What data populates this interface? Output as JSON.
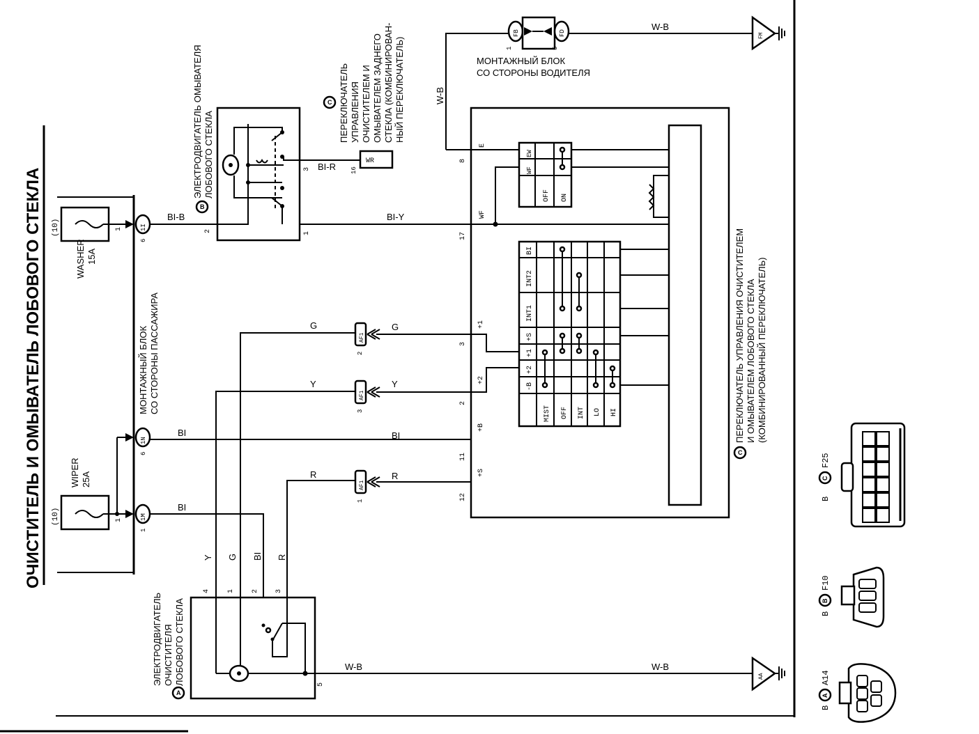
{
  "title": "ОЧИСТИТЕЛЬ И ОМЫВАТЕЛЬ ЛОБОВОГО СТЕКЛА",
  "fuses": {
    "washer": {
      "name": "WASHER",
      "rating": "15A",
      "block_no": "(10)",
      "pin": "1"
    },
    "wiper": {
      "name": "WIPER",
      "rating": "25A",
      "block_no": "(10)",
      "pin": "1"
    }
  },
  "passenger_junction_block": {
    "line1": "МОНТАЖНЫЙ БЛОК",
    "line2": "СО СТОРОНЫ ПАССАЖИРА",
    "connectors": [
      {
        "pin": "6",
        "id": "1I"
      },
      {
        "pin": "6",
        "id": "1N"
      },
      {
        "pin": "1",
        "id": "1M"
      }
    ]
  },
  "washer_motor": {
    "badge": "B",
    "line1": "ЭЛЕКТРОДВИГАТЕЛЬ ОМЫВАТЕЛЯ",
    "line2": "ЛОБОВОГО СТЕКЛА",
    "pins": [
      "2",
      "1",
      "3"
    ]
  },
  "rear_switch": {
    "badge": "C",
    "lines": [
      "ПЕРЕКЛЮЧАТЕЛЬ",
      "УПРАВЛЕНИЯ",
      "ОЧИСТИТЕЛЕМ И",
      "ОМЫВАТЕЛЕМ ЗАДНЕГО",
      "СТЕКЛА (КОМБИНИРОВАН-",
      "НЫЙ ПЕРЕКЛЮЧАТЕЛЬ)"
    ],
    "terminal": "WR",
    "pin": "16"
  },
  "driver_junction_block": {
    "line1": "МОНТАЖНЫЙ БЛОК",
    "line2": "СО СТОРОНЫ ВОДИТЕЛЯ",
    "connectors": [
      {
        "pin": "1",
        "id": "FB"
      },
      {
        "pin": "5",
        "id": "FD"
      }
    ]
  },
  "grounds": [
    {
      "id": "FM"
    },
    {
      "id": "AA"
    }
  ],
  "wire_colors": {
    "bl_b": "BI-B",
    "bl_r": "BI-R",
    "bl_y": "BI-Y",
    "w_b": "W-B",
    "g": "G",
    "y": "Y",
    "bl": "BI",
    "r": "R"
  },
  "af_connectors": [
    {
      "pin": "2",
      "id": "AF1",
      "color": "G"
    },
    {
      "pin": "3",
      "id": "AF1",
      "color": "Y"
    },
    {
      "pin": "1",
      "id": "AF1",
      "color": "R"
    }
  ],
  "combo_switch": {
    "badge": "C",
    "lines": [
      "ПЕРЕКЛЮЧАТЕЛЬ УПРАВЛЕНИЯ ОЧИСТИТЕЛЕМ",
      "И ОМЫВАТЕЛЕМ ЛОБОВОГО СТЕКЛА",
      "(КОМБИНИРОВАННЫЙ ПЕРЕКЛЮЧАТЕЛЬ)"
    ],
    "pins": [
      {
        "pin": "8",
        "label": "E"
      },
      {
        "pin": "17",
        "label": "WF"
      },
      {
        "pin": "3",
        "label": "+1"
      },
      {
        "pin": "2",
        "label": "+2"
      },
      {
        "pin": "11",
        "label": "+B"
      },
      {
        "pin": "12",
        "label": "+S"
      }
    ],
    "washer_table": {
      "terminals": [
        "EW",
        "WF"
      ],
      "positions": [
        "OFF",
        "ON"
      ]
    },
    "wiper_table": {
      "terminals": [
        "BI",
        "INT2",
        "INT1",
        "+S",
        "+1",
        "+2",
        "-B"
      ],
      "positions": [
        "MIST",
        "OFF",
        "INT",
        "LO",
        "HI"
      ]
    }
  },
  "wiper_motor": {
    "badge": "A",
    "lines": [
      "ЭЛЕКТРОДВИГАТЕЛЬ",
      "ОЧИСТИТЕЛЯ",
      "ЛОБОВОГО СТЕКЛА"
    ],
    "pins": [
      {
        "pin": "4",
        "color": "Y"
      },
      {
        "pin": "1",
        "color": "G"
      },
      {
        "pin": "2",
        "color": "BI"
      },
      {
        "pin": "3",
        "color": "R"
      },
      {
        "pin": "5",
        "color": "W-B"
      }
    ]
  },
  "connector_views": [
    {
      "prefix": "B",
      "badge": "C",
      "code": "F25"
    },
    {
      "prefix": "B",
      "badge": "B",
      "code": "F10"
    },
    {
      "prefix": "B",
      "badge": "A",
      "code": "A14"
    }
  ]
}
